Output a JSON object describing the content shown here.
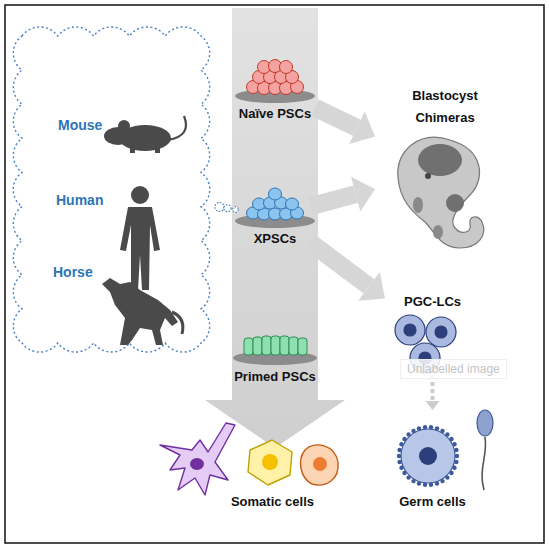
{
  "diagram": {
    "nodes": [
      {
        "text": [
          "Mouse",
          "Human",
          "Horse"
        ]
      },
      {
        "text": [
          "Naïve PSCs"
        ]
      },
      {
        "text": [
          "XPSCs"
        ]
      },
      {
        "text": [
          "Primed PSCs"
        ]
      },
      {
        "text": [
          "Blastocyst Chimeras"
        ]
      },
      {
        "text": [
          "PGC-LCs"
        ]
      },
      {
        "text": [
          "Somatic cells"
        ]
      },
      {
        "text": [
          "Germ cells"
        ]
      }
    ],
    "edges": [
      {
        "from": 0,
        "to": 2,
        "arrow": "none"
      },
      {
        "from": 1,
        "to": 4,
        "arrow": "to"
      },
      {
        "from": 2,
        "to": 4,
        "arrow": "to"
      },
      {
        "from": 2,
        "to": 5,
        "arrow": "to"
      },
      {
        "from": 5,
        "to": 7,
        "arrow": "to"
      }
    ],
    "labels": [
      "Unlabelled image"
    ]
  }
}
